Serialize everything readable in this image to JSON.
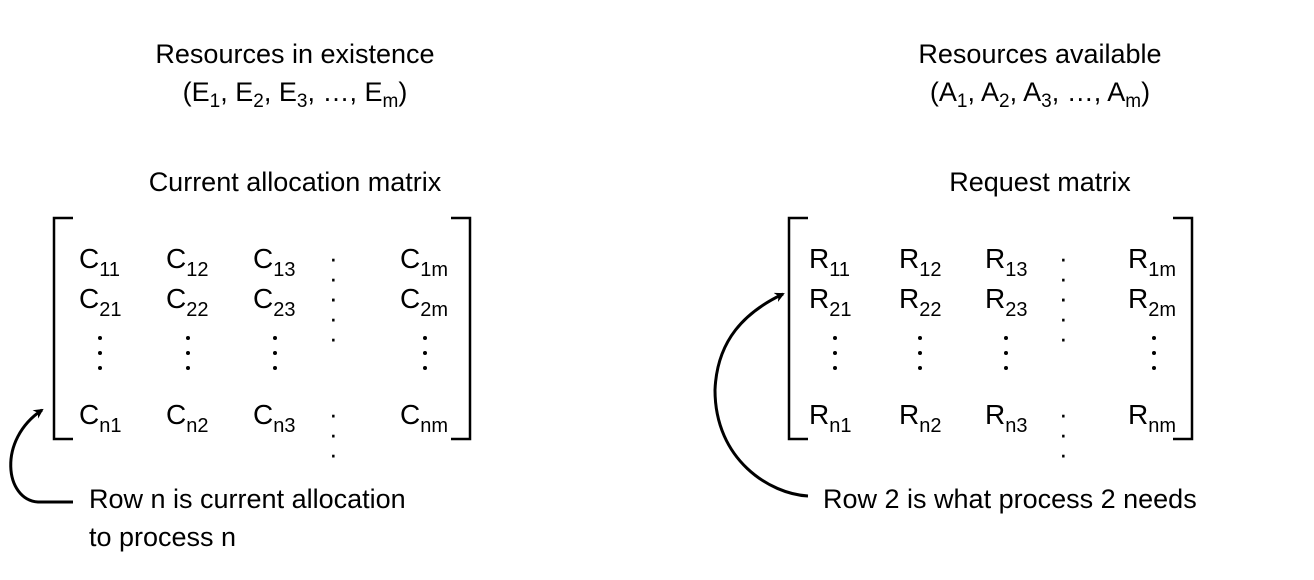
{
  "left": {
    "vector_title": "Resources in existence",
    "vector_symbol": "E",
    "vector_subs": [
      "1",
      "2",
      "3",
      "m"
    ],
    "matrix_title": "Current allocation matrix",
    "matrix_symbol": "C",
    "rows": [
      [
        "11",
        "12",
        "13",
        "1m"
      ],
      [
        "21",
        "22",
        "23",
        "2m"
      ],
      [
        "n1",
        "n2",
        "n3",
        "nm"
      ]
    ],
    "note_lines": [
      "Row n is current allocation",
      "to process n"
    ]
  },
  "right": {
    "vector_title": "Resources available",
    "vector_symbol": "A",
    "vector_subs": [
      "1",
      "2",
      "3",
      "m"
    ],
    "matrix_title": "Request matrix",
    "matrix_symbol": "R",
    "rows": [
      [
        "11",
        "12",
        "13",
        "1m"
      ],
      [
        "21",
        "22",
        "23",
        "2m"
      ],
      [
        "n1",
        "n2",
        "n3",
        "nm"
      ]
    ],
    "note_lines": [
      "Row 2 is what process 2 needs"
    ]
  },
  "glyphs": {
    "ellipsis": "…",
    "hdots": "· · ·"
  }
}
